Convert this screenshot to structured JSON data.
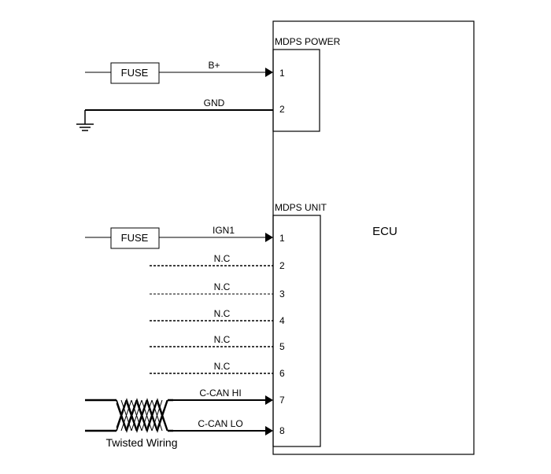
{
  "ecu": {
    "label": "ECU"
  },
  "connectors": {
    "power": {
      "title": "MDPS POWER",
      "pins": [
        {
          "pin": "1",
          "signal": "B+"
        },
        {
          "pin": "2",
          "signal": "GND"
        }
      ]
    },
    "unit": {
      "title": "MDPS UNIT",
      "pins": [
        {
          "pin": "1",
          "signal": "IGN1"
        },
        {
          "pin": "2",
          "signal": "N.C"
        },
        {
          "pin": "3",
          "signal": "N.C"
        },
        {
          "pin": "4",
          "signal": "N.C"
        },
        {
          "pin": "5",
          "signal": "N.C"
        },
        {
          "pin": "6",
          "signal": "N.C"
        },
        {
          "pin": "7",
          "signal": "C-CAN HI"
        },
        {
          "pin": "8",
          "signal": "C-CAN LO"
        }
      ]
    }
  },
  "fuse_label": "FUSE",
  "twisted_wiring_label": "Twisted Wiring"
}
